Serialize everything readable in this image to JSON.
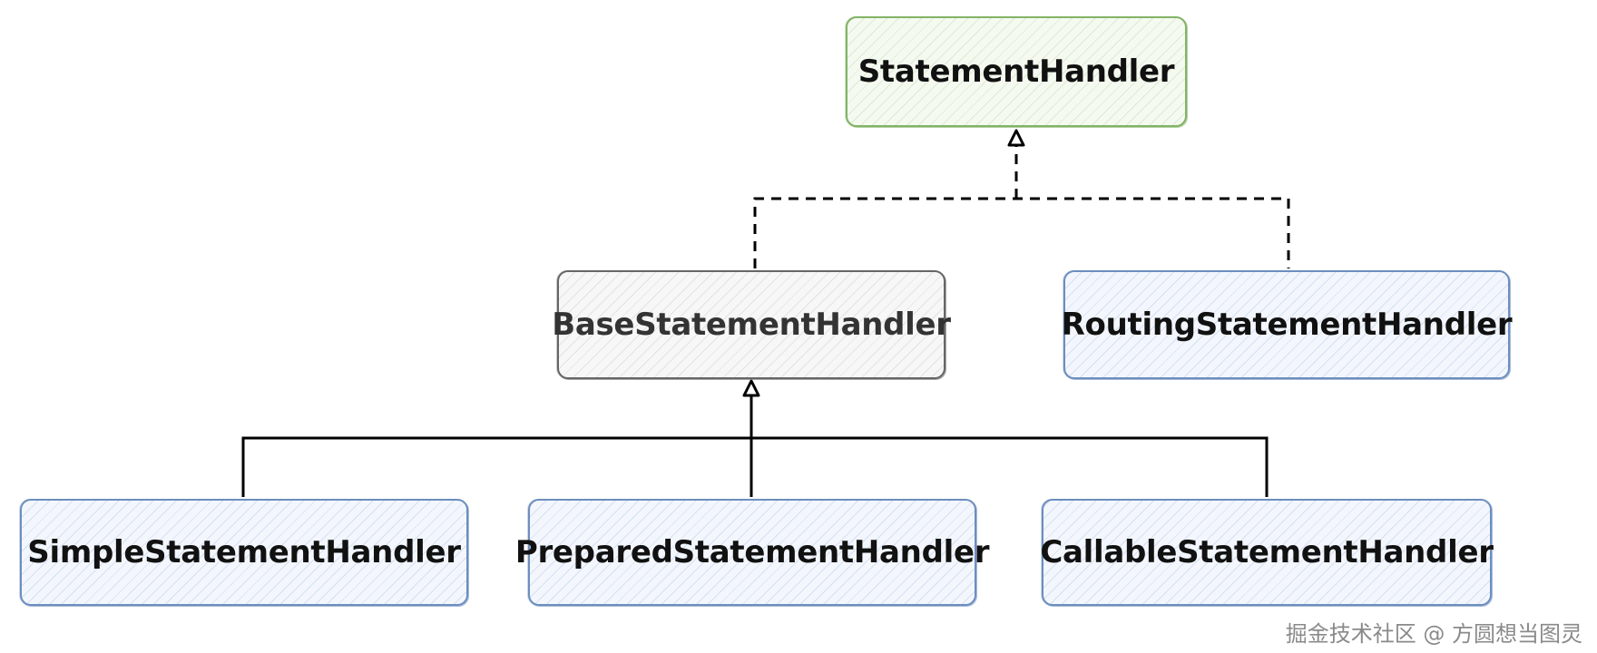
{
  "nodes": {
    "statement_handler": "StatementHandler",
    "base_statement_handler": "BaseStatementHandler",
    "routing_statement_handler": "RoutingStatementHandler",
    "simple_statement_handler": "SimpleStatementHandler",
    "prepared_statement_handler": "PreparedStatementHandler",
    "callable_statement_handler": "CallableStatementHandler"
  },
  "relations": [
    {
      "from": "BaseStatementHandler",
      "to": "StatementHandler",
      "type": "implements",
      "style": "dashed"
    },
    {
      "from": "RoutingStatementHandler",
      "to": "StatementHandler",
      "type": "implements",
      "style": "dashed"
    },
    {
      "from": "SimpleStatementHandler",
      "to": "BaseStatementHandler",
      "type": "extends",
      "style": "solid"
    },
    {
      "from": "PreparedStatementHandler",
      "to": "BaseStatementHandler",
      "type": "extends",
      "style": "solid"
    },
    {
      "from": "CallableStatementHandler",
      "to": "BaseStatementHandler",
      "type": "extends",
      "style": "solid"
    }
  ],
  "colors": {
    "interface_border": "#82b366",
    "abstract_border": "#666666",
    "concrete_border": "#6c8ebf",
    "connector": "#000000",
    "watermark": "#8a8a8a"
  },
  "watermark": "掘金技术社区 @ 方圆想当图灵"
}
